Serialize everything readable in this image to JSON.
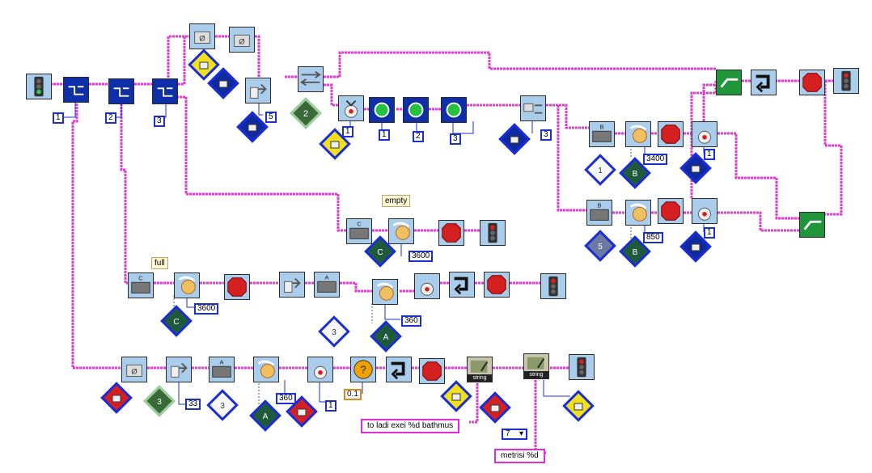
{
  "labels": {
    "empty_tag": "empty",
    "full_tag": "full",
    "string_label_1": "string",
    "string_label_2": "string",
    "text_1": "to ladi exei  %d bathmus",
    "text_2": "metrisi  %d",
    "dropdown_value": "7"
  },
  "numbers": {
    "n_1a": "1",
    "n_2": "2",
    "n_3": "3",
    "n_5": "5",
    "n_1b": "1",
    "n_1c": "1",
    "n_2b": "2",
    "n_3b": "3",
    "n_3c": "3",
    "n_3400": "3400",
    "n_1d": "1",
    "n_850": "850",
    "n_1e": "1",
    "n_3600a": "3600",
    "n_3600b": "3600",
    "n_360a": "360",
    "n_33": "33",
    "n_360b": "360",
    "n_1f": "1",
    "n_01": "0.1"
  },
  "icons": {
    "start": "traffic-light-green-icon",
    "stop": "traffic-light-red-icon",
    "fork": "fork-icon",
    "weight": "weight-reset-icon",
    "sensor": "touch-sensor-icon",
    "motor": "motor-icon",
    "stop_sign": "stop-sign-icon",
    "loop": "loop-return-icon",
    "string": "string-write-icon"
  },
  "colors": {
    "wire": "#e23ad4",
    "block_light": "#a9cdea",
    "block_dark": "#0f2fa8",
    "number_border": "#1a2fd0",
    "stop_red": "#d42020",
    "green_block": "#20963a"
  }
}
